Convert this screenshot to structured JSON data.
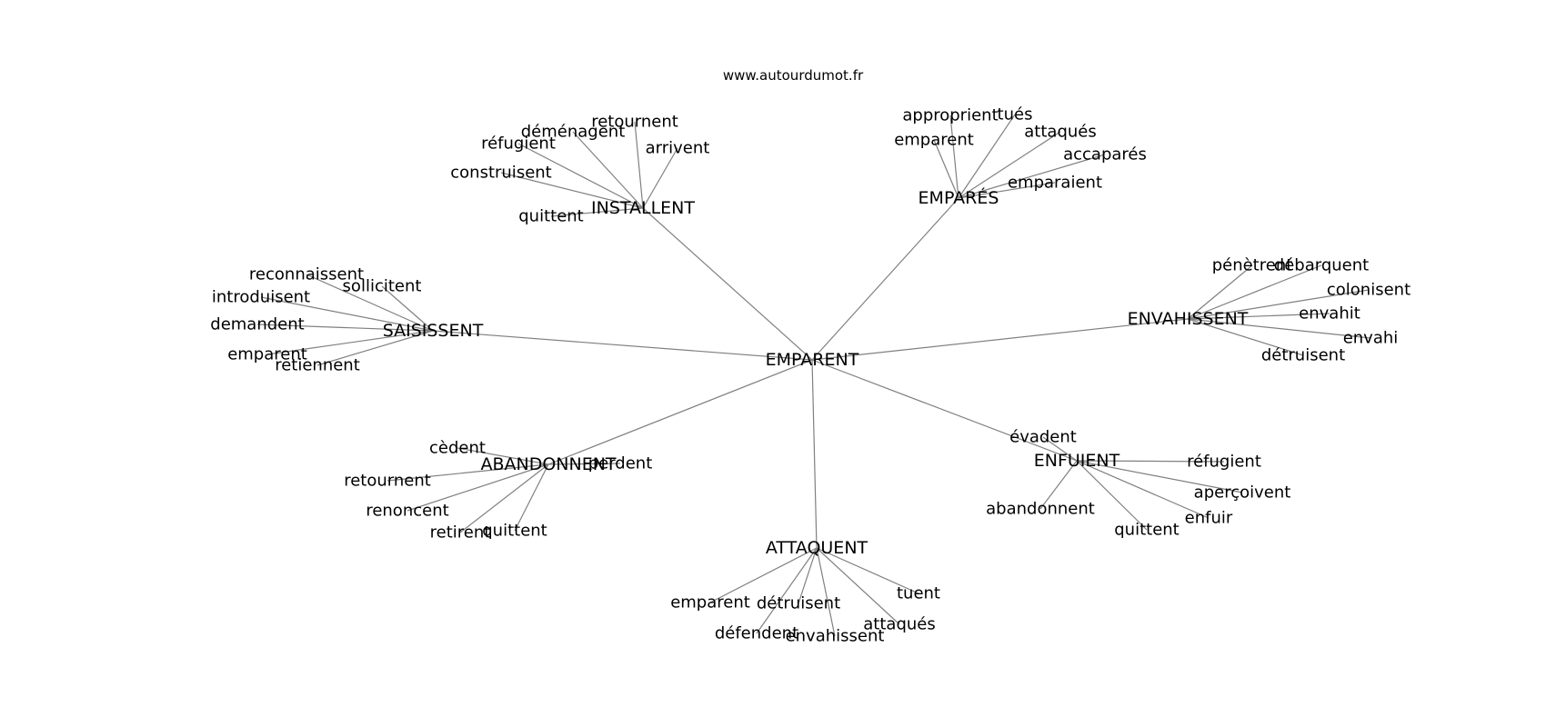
{
  "source": "www.autourdumot.fr",
  "colors": {
    "edge": "#808080",
    "text": "#000000",
    "background": "#ffffff"
  },
  "center": "EMPARENT",
  "groups": [
    {
      "hub": "INSTALLENT",
      "leaves": [
        "retournent",
        "déménagent",
        "réfugient",
        "arrivent",
        "construisent",
        "quittent"
      ]
    },
    {
      "hub": "EMPARÉS",
      "leaves": [
        "approprient",
        "tués",
        "attaqués",
        "emparent",
        "accaparés",
        "emparaient"
      ]
    },
    {
      "hub": "SAISISSENT",
      "leaves": [
        "reconnaissent",
        "sollicitent",
        "introduisent",
        "demandent",
        "emparent",
        "retiennent"
      ]
    },
    {
      "hub": "ENVAHISSENT",
      "leaves": [
        "pénètrent",
        "débarquent",
        "colonisent",
        "envahit",
        "envahi",
        "détruisent"
      ]
    },
    {
      "hub": "ABANDONNENT",
      "leaves": [
        "cèdent",
        "perdent",
        "retournent",
        "renoncent",
        "retirent",
        "quittent"
      ]
    },
    {
      "hub": "ENFUIENT",
      "leaves": [
        "évadent",
        "réfugient",
        "aperçoivent",
        "abandonnent",
        "enfuir",
        "quittent"
      ]
    },
    {
      "hub": "ATTAQUENT",
      "leaves": [
        "tuent",
        "emparent",
        "détruisent",
        "attaqués",
        "défendent",
        "envahissent"
      ]
    }
  ]
}
